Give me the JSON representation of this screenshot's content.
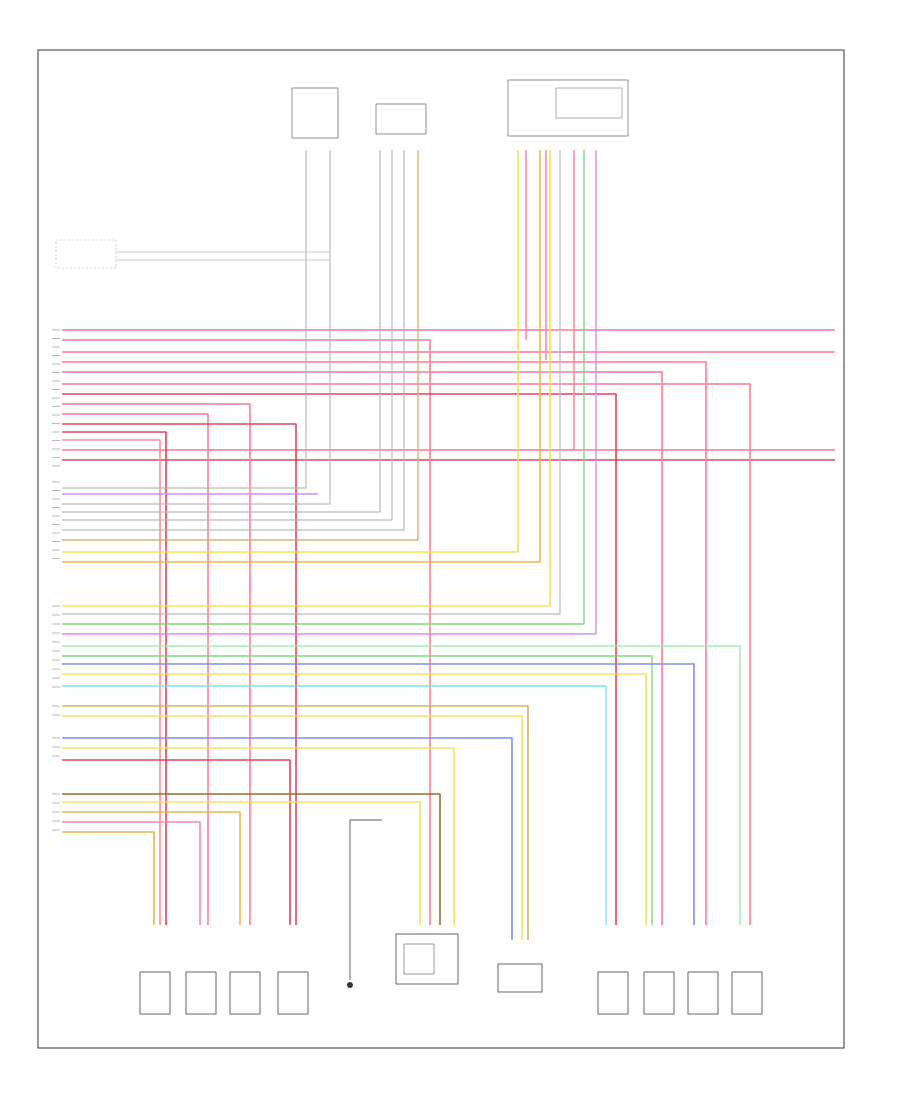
{
  "figure_number": "",
  "top_components": [
    {
      "id": "sensor1",
      "label_lines": [
        "",
        ""
      ],
      "pin_label": ""
    },
    {
      "id": "sensor2",
      "label_lines": [
        "",
        ""
      ],
      "pin_label": ""
    },
    {
      "id": "module",
      "label_lines": [
        ""
      ],
      "pin_label": ""
    }
  ],
  "left_labels": [],
  "bottom_components": [
    {
      "id": "injectors_left",
      "caption": ""
    },
    {
      "id": "ground",
      "caption": ""
    },
    {
      "id": "high_pressure_pump",
      "caption": ""
    },
    {
      "id": "sensor_bottom",
      "caption": ""
    },
    {
      "id": "injectors_right",
      "caption": ""
    }
  ],
  "wire_colors": {
    "pink": "#ff8aa0",
    "red": "#e0455e",
    "yellow": "#f2e35a",
    "orange": "#f5b34a",
    "tan": "#d2b36a",
    "brown": "#9b6a2f",
    "gray": "#b9b9b9",
    "green": "#7ed97e",
    "lightgreen": "#9ff0a8",
    "blue": "#7f8ef0",
    "violet": "#d68cf0",
    "cyan": "#7fe4e4",
    "black": "#555555"
  }
}
